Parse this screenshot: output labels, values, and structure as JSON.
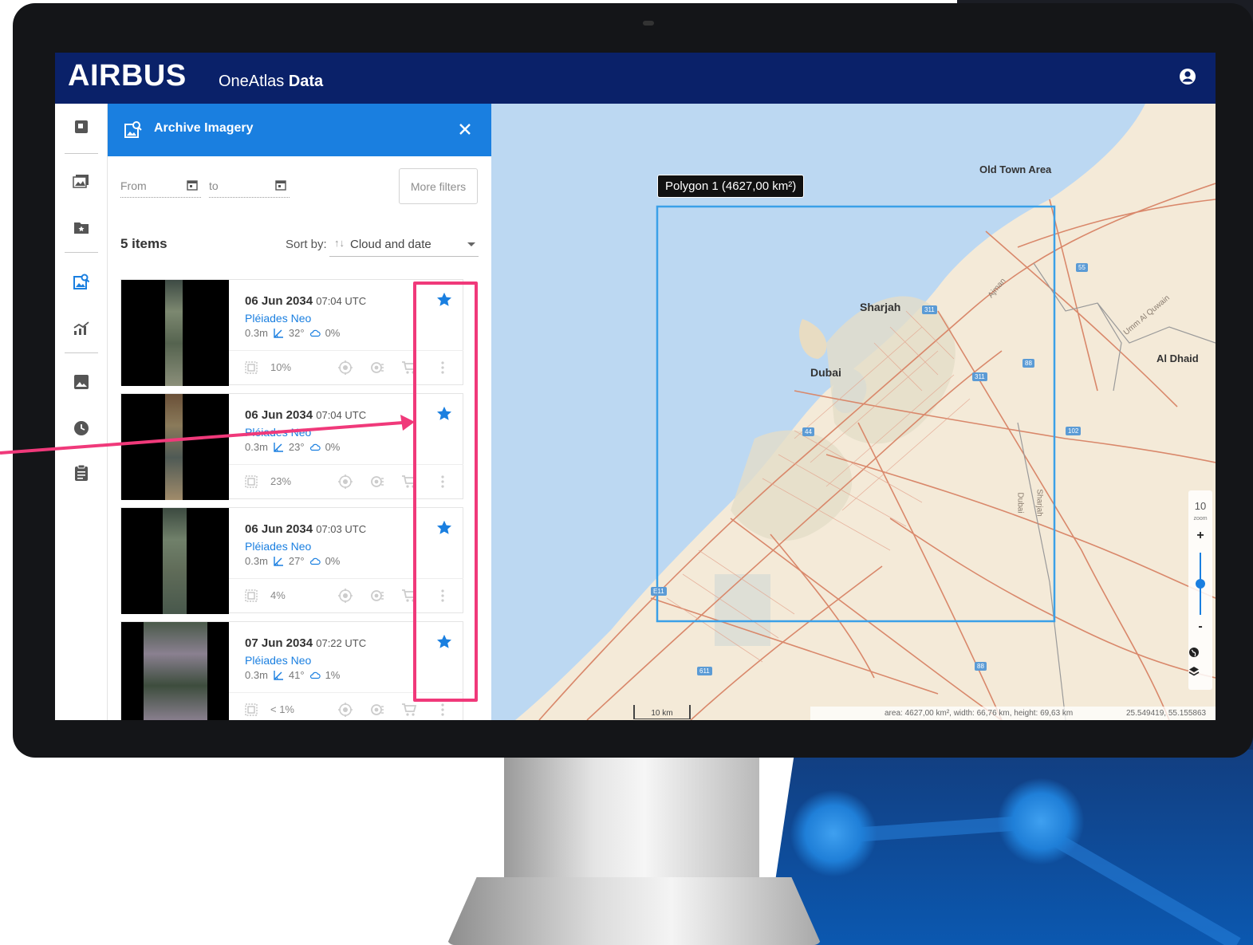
{
  "colors": {
    "brand_navy": "#0a2169",
    "panel_blue": "#1a7fe0",
    "highlight_pink": "#f0397a",
    "polygon_blue": "#3aa0e8",
    "map_land": "#f4ead8",
    "map_water": "#bcd8f2",
    "road": "#d9886b"
  },
  "app": {
    "brand": "AIRBUS",
    "product_prefix": "OneAtlas",
    "product_name": "Data",
    "user_icon": "account-circle-icon"
  },
  "rail": {
    "icons": [
      "layers-icon",
      "imagery-icon",
      "starred-folder-icon",
      "archive-imagery-icon",
      "analytics-icon",
      "image-icon",
      "history-icon",
      "clipboard-icon"
    ],
    "active": "archive-imagery-icon"
  },
  "panel": {
    "title": "Archive Imagery",
    "close_icon": "close-icon",
    "from_label": "From",
    "to_label": "to",
    "more_filters": "More filters",
    "items_count": "5 items",
    "sort_label": "Sort by:",
    "sort_arrows": "↑↓",
    "sort_value": "Cloud and date"
  },
  "items": [
    {
      "date": "06 Jun 2034",
      "time": "07:04 UTC",
      "sensor": "Pléiades Neo",
      "resolution": "0.3m",
      "angle": "32°",
      "cloud": "0%",
      "coverage": "10%",
      "starred": true
    },
    {
      "date": "06 Jun 2034",
      "time": "07:04 UTC",
      "sensor": "Pléiades Neo",
      "resolution": "0.3m",
      "angle": "23°",
      "cloud": "0%",
      "coverage": "23%",
      "starred": true
    },
    {
      "date": "06 Jun 2034",
      "time": "07:03 UTC",
      "sensor": "Pléiades Neo",
      "resolution": "0.3m",
      "angle": "27°",
      "cloud": "0%",
      "coverage": "4%",
      "starred": true
    },
    {
      "date": "07 Jun 2034",
      "time": "07:22 UTC",
      "sensor": "Pléiades Neo",
      "resolution": "0.3m",
      "angle": "41°",
      "cloud": "1%",
      "coverage": "< 1%",
      "starred": true
    }
  ],
  "map": {
    "polygon_label": "Polygon 1 (4627,00 km²)",
    "places": {
      "old_town": "Old Town Area",
      "sharjah": "Sharjah",
      "dubai": "Dubai",
      "al_dhaid": "Al Dhaid",
      "ajman": "Ajman",
      "umm_al_quwain": "Umm Al Quwain",
      "dubai_road": "Dubai",
      "sharjah_road": "Sharjah"
    },
    "road_shields": [
      "311",
      "311",
      "88",
      "55",
      "102",
      "44",
      "E11",
      "611",
      "88"
    ],
    "zoom_level": "10",
    "zoom_caption": "zoom",
    "zoom_in": "+",
    "zoom_out": "-",
    "zoom_fraction": 0.5,
    "scale_label": "10 km",
    "area_info": "area: 4627,00 km², width: 66,76 km, height: 69,63 km",
    "coords": "25.549419, 55.155863"
  }
}
